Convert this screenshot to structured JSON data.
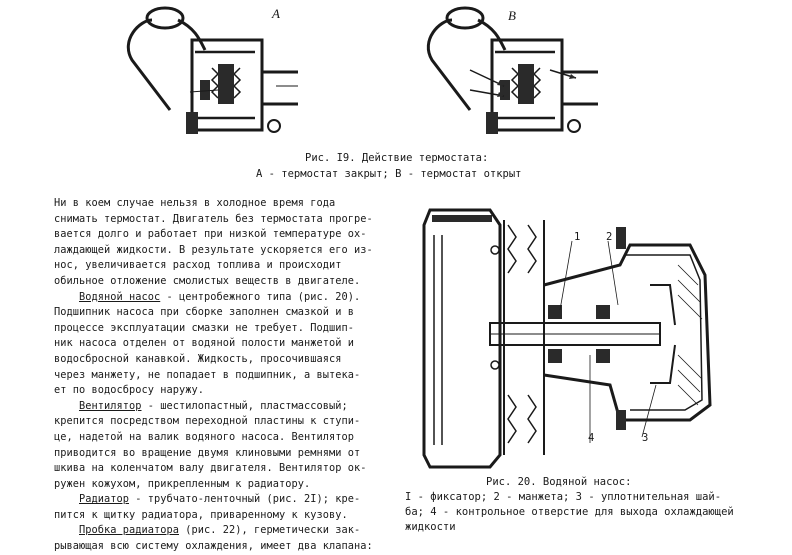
{
  "figure19": {
    "label_a": "A",
    "label_b": "B",
    "caption_line1": "Рис. I9. Действие термостата:",
    "caption_line2": "А - термостат закрыт; В - термостат открыт"
  },
  "body_text": {
    "lines": [
      "    Ни в коем случае нельзя в холодное время года",
      "снимать термостат. Двигатель без термостата прогре-",
      "вается долго и работает при низкой температуре ох-",
      "лаждающей жидкости. В результате ускоряется его из-",
      "нос, увеличивается расход топлива и происходит",
      "обильное отложение смолистых веществ в двигателе."
    ],
    "pump_term": "Водяной насос",
    "pump_rest": " - центробежного типа (рис. 20).",
    "pump_lines": [
      "Подшипник насоса при сборке заполнен смазкой и в",
      "процессе эксплуатации смазки не требует. Подшип-",
      "ник насоса отделен от водяной полости манжетой и",
      "водосбросной канавкой. Жидкость, просочившаяся",
      "через манжету, не попадает в подшипник, а вытека-",
      "ет по водосбросу наружу."
    ],
    "fan_term": "Вентилятор",
    "fan_rest": " - шестилопастный, пластмассовый;",
    "fan_lines": [
      "крепится посредством переходной пластины к ступи-",
      "це, надетой на валик водяного насоса. Вентилятор",
      "приводится во вращение двумя клиновыми ремнями от",
      "шкива на коленчатом валу двигателя. Вентилятор ок-",
      "ружен кожухом, прикрепленным к радиатору."
    ],
    "rad_term": "Радиатор",
    "rad_rest": " - трубчато-ленточный (рис. 2I); кре-",
    "rad_lines": [
      "пится к щитку радиатора, приваренному к кузову."
    ],
    "cap_term": "Пробка радиатора",
    "cap_rest": " (рис. 22), герметически зак-",
    "cap_lines": [
      "рывающая всю систему охлаждения, имеет два клапана:"
    ]
  },
  "figure20": {
    "callouts": [
      "1",
      "2",
      "4",
      "3"
    ],
    "caption_line1": "Рис. 20. Водяной насос:",
    "caption_line2": "I - фиксатор; 2 - манжета; 3 - уплотнительная шай-",
    "caption_line3": "ба; 4 - контрольное отверстие для выхода охлаждающей",
    "caption_line4": "жидкости"
  }
}
